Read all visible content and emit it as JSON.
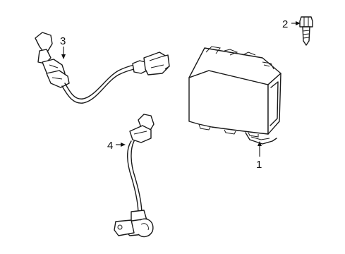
{
  "diagram": {
    "callouts": [
      {
        "id": "1",
        "label": "1"
      },
      {
        "id": "2",
        "label": "2"
      },
      {
        "id": "3",
        "label": "3"
      },
      {
        "id": "4",
        "label": "4"
      }
    ],
    "parts": [
      {
        "callout": "1",
        "icon": "control-module-icon"
      },
      {
        "callout": "2",
        "icon": "bolt-icon"
      },
      {
        "callout": "3",
        "icon": "wiring-harness-connector-icon"
      },
      {
        "callout": "4",
        "icon": "speed-sensor-icon"
      }
    ],
    "colors": {
      "line": "#1a1a1a",
      "background": "#ffffff"
    }
  }
}
